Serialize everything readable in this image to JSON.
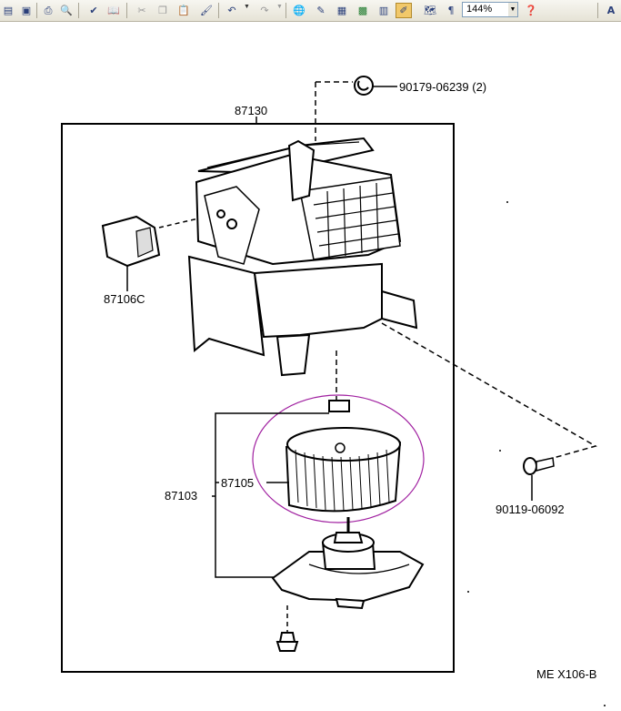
{
  "toolbar": {
    "zoom_value": "144%",
    "paragraph_glyph": "¶",
    "font_glyph": "A"
  },
  "diagram": {
    "labels": {
      "housing": "87130",
      "clip": "90179-06239 (2)",
      "resistor": "87106C",
      "assembly": "87103",
      "fan": "87105",
      "screw": "90119-06092",
      "drawing_ref": "ME  X106-B"
    }
  }
}
